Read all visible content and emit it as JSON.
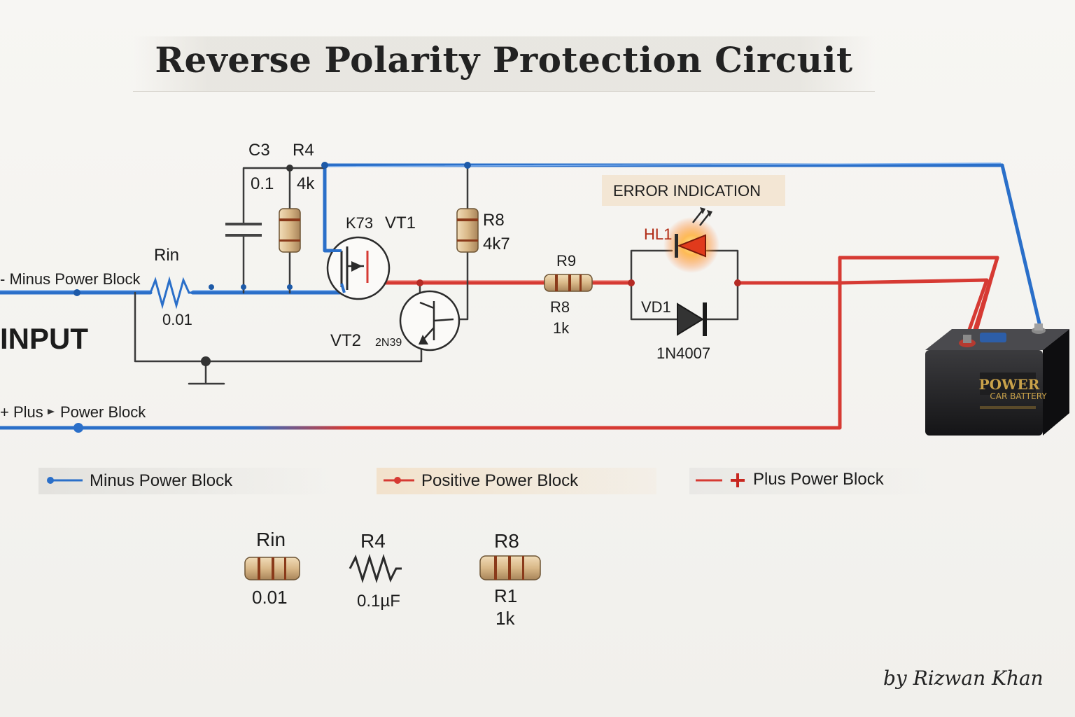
{
  "title": "Reverse Polarity Protection Circuit",
  "labels": {
    "c3": "C3",
    "c3_value": "0.1",
    "r4": "R4",
    "r4_value": "4k",
    "k73": "K73",
    "vt1": "VT1",
    "r8_top": "R8",
    "r8_top_value": "4k7",
    "rin": "Rin",
    "rin_value": "0.01",
    "minus_input": "- Minus Power Block",
    "input": "INPUT",
    "plus_input": "+ Plus",
    "plus_input_rest": "Power Block",
    "vt2": "VT2",
    "vt2_part": "2N39",
    "r9": "R9",
    "r8_mid": "R8",
    "r8_mid_value": "1k",
    "error_indication": "ERROR INDICATION",
    "hl1": "HL1",
    "vd1": "VD1",
    "vd1_part": "1N4007",
    "battery_brand": "POWER",
    "battery_type": "CAR BATTERY"
  },
  "legend": {
    "minus": "Minus Power Block",
    "positive": "Positive Power Block",
    "plus": "Plus Power Block"
  },
  "bottom_strip": {
    "rin": "Rin",
    "rin_value": "0.01",
    "r4": "R4",
    "r4_value": "0.1µF",
    "r8": "R8",
    "r1": "R1",
    "r1_value": "1k"
  },
  "signature": "by Rizwan Khan",
  "colors": {
    "minus_wire": "#2a6fc9",
    "plus_wire": "#d63a33",
    "led_glow": "#ff7a1a"
  },
  "icons": [
    "resistor-icon",
    "capacitor-icon",
    "mosfet-icon",
    "transistor-icon",
    "led-icon",
    "diode-icon",
    "battery-icon"
  ]
}
